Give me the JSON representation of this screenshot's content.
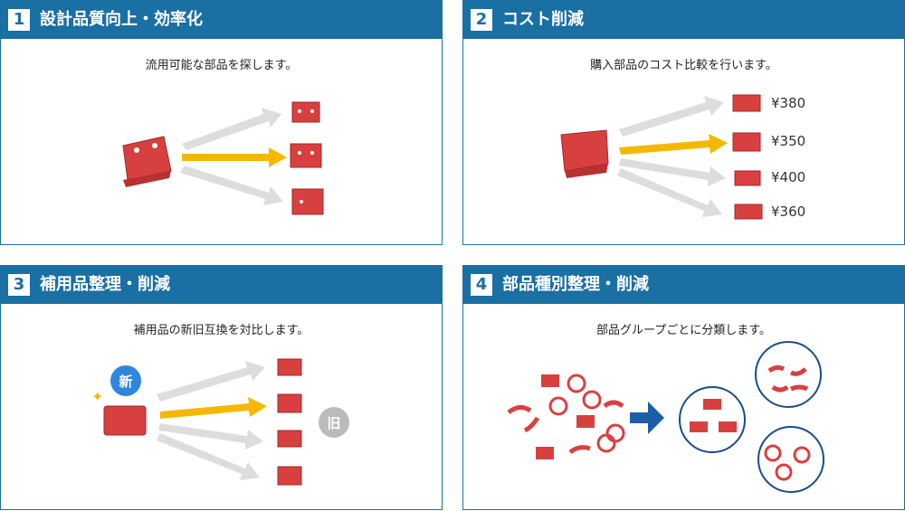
{
  "panels": [
    {
      "num": "1",
      "title": "設計品質向上・効率化",
      "subtitle": "流用可能な部品を探します。"
    },
    {
      "num": "2",
      "title": "コスト削減",
      "subtitle": "購入部品のコスト比較を行います。",
      "prices": [
        "¥380",
        "¥350",
        "¥400",
        "¥360"
      ]
    },
    {
      "num": "3",
      "title": "補用品整理・削減",
      "subtitle": "補用品の新旧互換を対比します。",
      "new_badge": "新",
      "old_badge": "旧"
    },
    {
      "num": "4",
      "title": "部品種別整理・削減",
      "subtitle": "部品グループごとに分類します。"
    }
  ],
  "colors": {
    "header": "#1a6fa3",
    "part_red": "#d84040",
    "highlight_arrow": "#f5b800",
    "gray_arrow": "#dddddd",
    "new_badge": "#2e86de",
    "old_badge": "#bbbbbb"
  }
}
